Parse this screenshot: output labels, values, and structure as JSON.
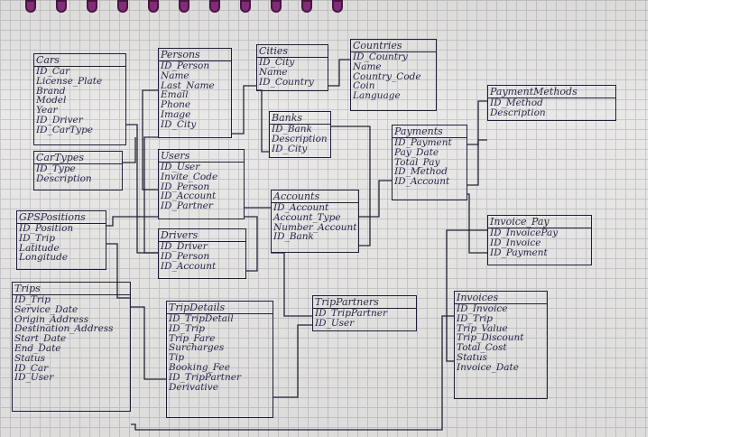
{
  "diagram": {
    "entities": [
      {
        "id": "cars",
        "name": "Cars",
        "fields": [
          "ID_Car",
          "License_Plate",
          "Brand",
          "Model",
          "Year",
          "ID_Driver",
          "ID_CarType"
        ]
      },
      {
        "id": "persons",
        "name": "Persons",
        "fields": [
          "ID_Person",
          "Name",
          "Last_Name",
          "Email",
          "Phone",
          "Image",
          "ID_City"
        ]
      },
      {
        "id": "cities",
        "name": "Cities",
        "fields": [
          "ID_City",
          "Name",
          "ID_Country"
        ]
      },
      {
        "id": "countries",
        "name": "Countries",
        "fields": [
          "ID_Country",
          "Name",
          "Country_Code",
          "Coin",
          "Language"
        ]
      },
      {
        "id": "banks",
        "name": "Banks",
        "fields": [
          "ID_Bank",
          "Description",
          "ID_City"
        ]
      },
      {
        "id": "cartypes",
        "name": "CarTypes",
        "fields": [
          "ID_Type",
          "Description"
        ]
      },
      {
        "id": "users",
        "name": "Users",
        "fields": [
          "ID_User",
          "Invite_Code",
          "ID_Person",
          "ID_Account",
          "ID_Partner"
        ]
      },
      {
        "id": "payments",
        "name": "Payments",
        "fields": [
          "ID_Payment",
          "Pay_Date",
          "Total_Pay",
          "ID_Method",
          "ID_Account"
        ]
      },
      {
        "id": "paymentmethods",
        "name": "PaymentMethods",
        "fields": [
          "ID_Method",
          "Description"
        ]
      },
      {
        "id": "accounts",
        "name": "Accounts",
        "fields": [
          "ID_Account",
          "Account_Type",
          "Number_Account",
          "ID_Bank"
        ]
      },
      {
        "id": "gpspositions",
        "name": "GPSPositions",
        "fields": [
          "ID_Position",
          "ID_Trip",
          "Latitude",
          "Longitude"
        ]
      },
      {
        "id": "drivers",
        "name": "Drivers",
        "fields": [
          "ID_Driver",
          "ID_Person",
          "ID_Account"
        ]
      },
      {
        "id": "invoicepay",
        "name": "Invoice_Pay",
        "fields": [
          "ID_InvoicePay",
          "ID_Invoice",
          "ID_Payment"
        ]
      },
      {
        "id": "trips",
        "name": "Trips",
        "fields": [
          "ID_Trip",
          "Service_Date",
          "Origin_Address",
          "Destination_Address",
          "Start_Date",
          "End_Date",
          "Status",
          "ID_Car",
          "ID_User"
        ]
      },
      {
        "id": "tripdetails",
        "name": "TripDetails",
        "fields": [
          "ID_TripDetail",
          "ID_Trip",
          "Trip_Fare",
          "Surcharges",
          "Tip",
          "Booking_Fee",
          "ID_TripPartner",
          "Derivative"
        ]
      },
      {
        "id": "trippartners",
        "name": "TripPartners",
        "fields": [
          "ID_TripPartner",
          "ID_User"
        ]
      },
      {
        "id": "invoices",
        "name": "Invoices",
        "fields": [
          "ID_Invoice",
          "ID_Trip",
          "Trip_Value",
          "Trip_Discount",
          "Total_Cost",
          "Status",
          "Invoice_Date"
        ]
      }
    ]
  }
}
